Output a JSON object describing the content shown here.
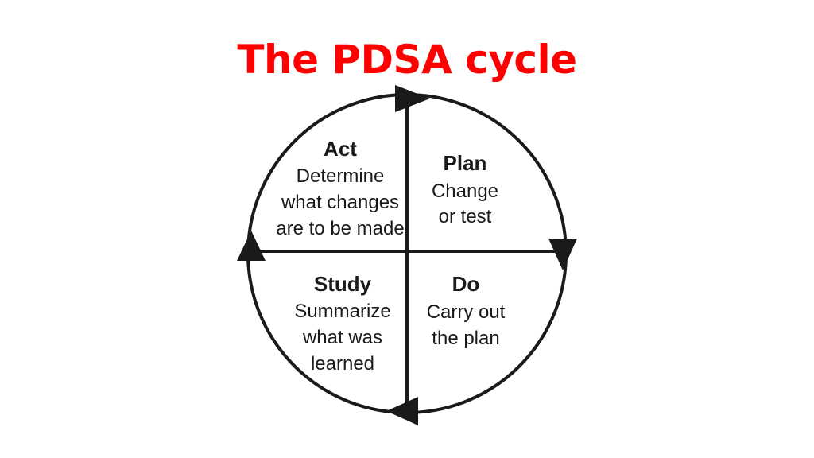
{
  "title": "The PDSA cycle",
  "colors": {
    "title": "#ff0000",
    "ink": "#1a1a1a"
  },
  "stages": {
    "act": {
      "title": "Act",
      "lines": [
        "Determine",
        "what changes",
        "are to be made"
      ]
    },
    "plan": {
      "title": "Plan",
      "lines": [
        "Change",
        "or test"
      ]
    },
    "study": {
      "title": "Study",
      "lines": [
        "Summarize",
        "what was",
        "learned"
      ]
    },
    "do": {
      "title": "Do",
      "lines": [
        "Carry out",
        "the plan"
      ]
    }
  }
}
